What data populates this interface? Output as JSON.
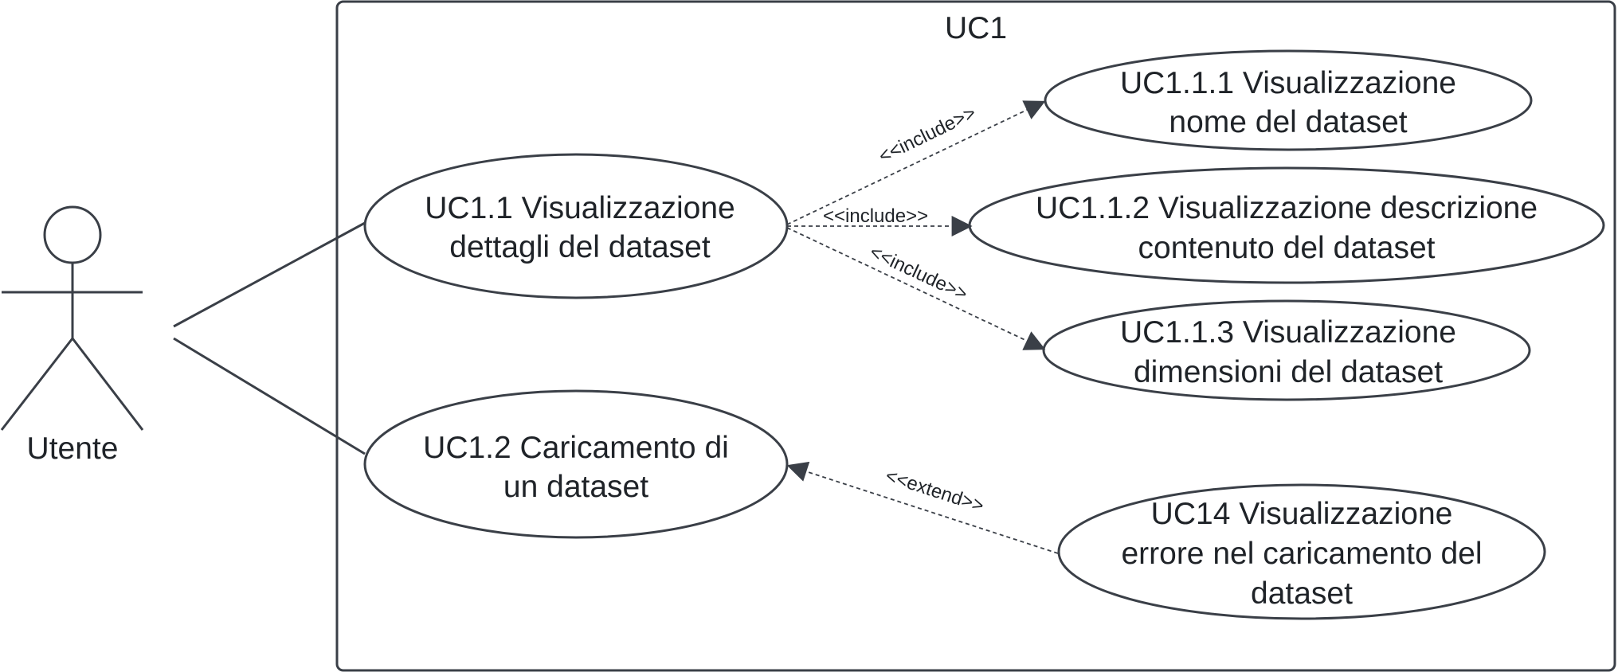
{
  "system": {
    "title": "UC1"
  },
  "actor": {
    "name": "Utente"
  },
  "use_cases": {
    "uc1_1": {
      "line1": "UC1.1 Visualizzazione",
      "line2": "dettagli del dataset"
    },
    "uc1_2": {
      "line1": "UC1.2 Caricamento di",
      "line2": "un dataset"
    },
    "uc1_1_1": {
      "line1": "UC1.1.1 Visualizzazione",
      "line2": "nome del dataset"
    },
    "uc1_1_2": {
      "line1": "UC1.1.2 Visualizzazione descrizione",
      "line2": "contenuto del dataset"
    },
    "uc1_1_3": {
      "line1": "UC1.1.3 Visualizzazione",
      "line2": "dimensioni del dataset"
    },
    "uc14": {
      "line1": "UC14 Visualizzazione",
      "line2": "errore nel caricamento del",
      "line3": "dataset"
    }
  },
  "relations": {
    "include_1": "<<include>>",
    "include_2": "<<include>>",
    "include_3": "<<include>>",
    "extend_1": "<<extend>>"
  },
  "colors": {
    "stroke": "#3a3f47",
    "text": "#1f2328",
    "background": "#ffffff"
  }
}
